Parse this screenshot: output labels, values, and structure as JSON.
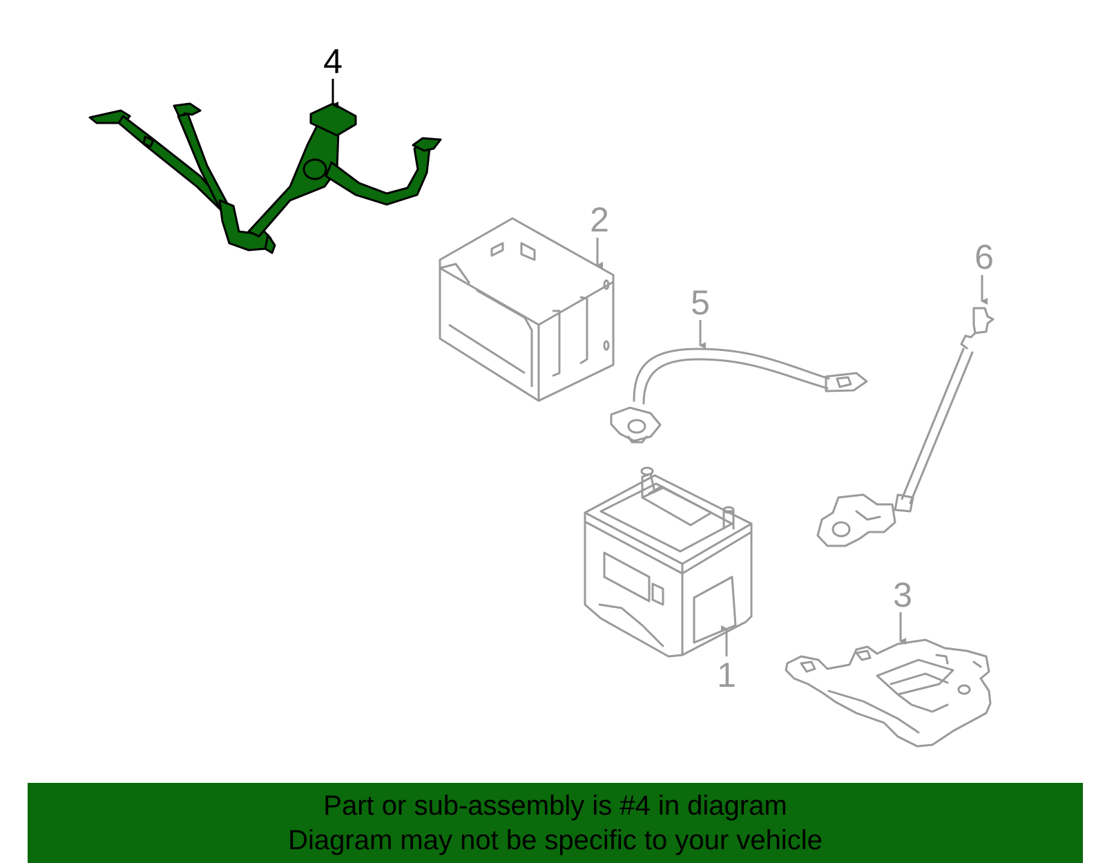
{
  "diagram": {
    "callouts": [
      {
        "number": "1",
        "part": "battery",
        "highlighted": false
      },
      {
        "number": "2",
        "part": "battery-tray-box",
        "highlighted": false
      },
      {
        "number": "3",
        "part": "battery-hold-down-bracket",
        "highlighted": false
      },
      {
        "number": "4",
        "part": "cable-harness",
        "highlighted": true
      },
      {
        "number": "5",
        "part": "negative-cable",
        "highlighted": false
      },
      {
        "number": "6",
        "part": "positive-cable",
        "highlighted": false
      }
    ],
    "colors": {
      "highlight_fill": "#0b6a0b",
      "highlight_stroke": "#000000",
      "part_stroke": "#9a9a9a",
      "banner_bg": "#0b6a0b",
      "banner_text": "#000000"
    }
  },
  "banner": {
    "line1": "Part or sub-assembly is #4 in diagram",
    "line2": "Diagram may not be specific to your vehicle"
  }
}
